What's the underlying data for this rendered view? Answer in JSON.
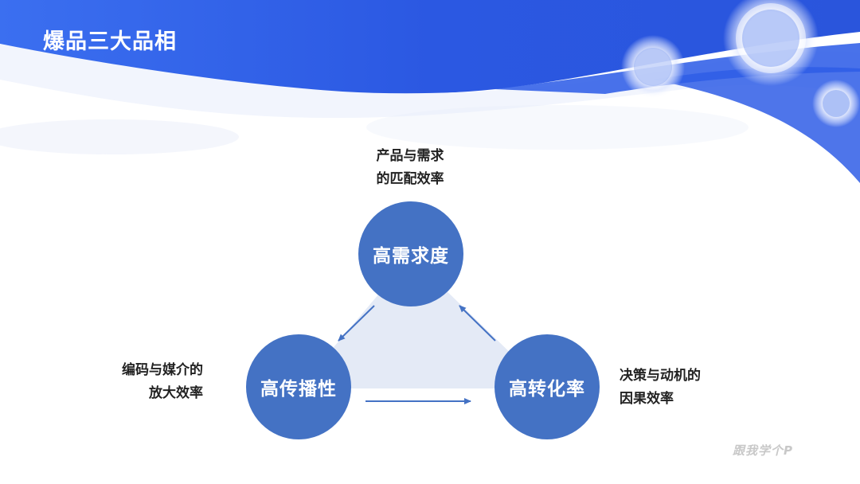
{
  "slide": {
    "title": "爆品三大品相",
    "watermark": "跟我学个P"
  },
  "nodes": {
    "top": {
      "label": "高需求度",
      "caption_line1": "产品与需求",
      "caption_line2": "的匹配效率"
    },
    "left": {
      "label": "高传播性",
      "caption_line1": "编码与媒介的",
      "caption_line2": "放大效率"
    },
    "right": {
      "label": "高转化率",
      "caption_line1": "决策与动机的",
      "caption_line2": "因果效率"
    }
  },
  "colors": {
    "node_fill": "#4472c4",
    "banner_blue": "#2f5de6",
    "triangle_fill": "#e4eaf6",
    "arrow": "#4472c4"
  }
}
